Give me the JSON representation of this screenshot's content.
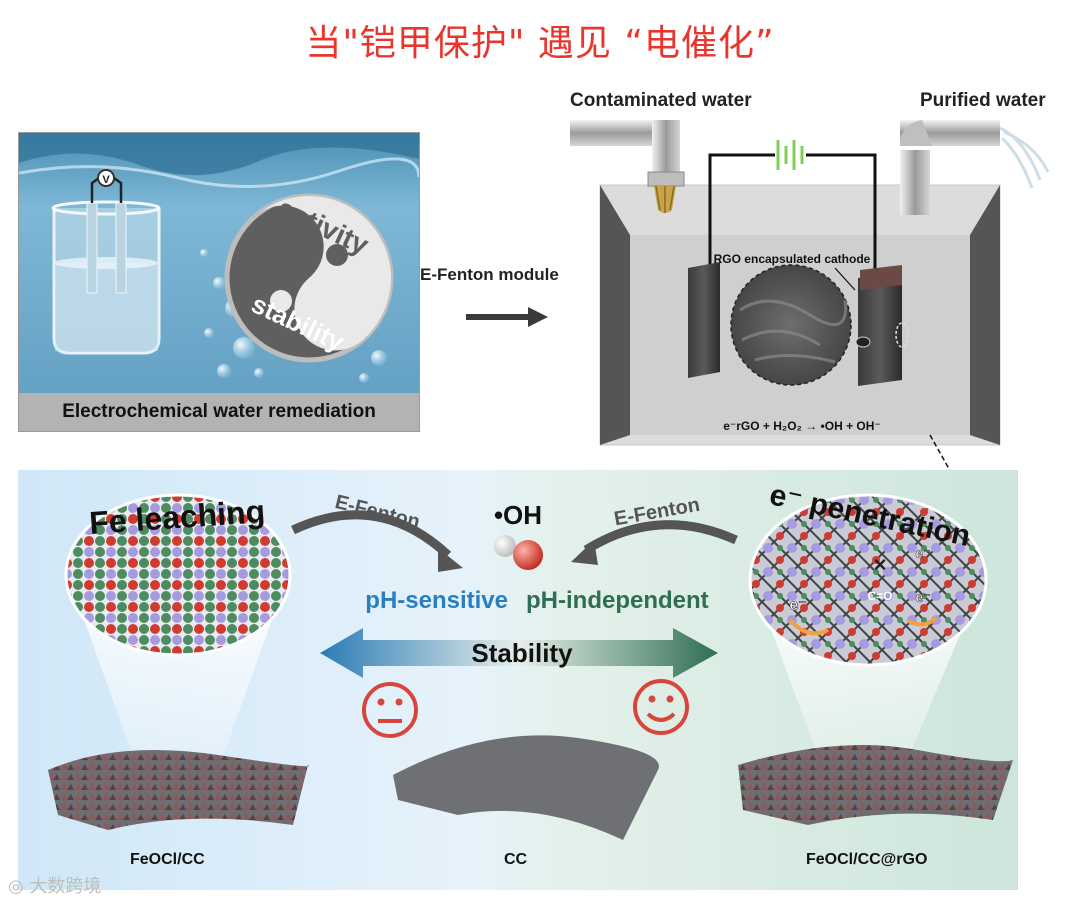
{
  "title": "当\"铠甲保护\" 遇见 “电催化”",
  "top_left": {
    "caption": "Electrochemical water remediation",
    "meter_label": "V",
    "yinyang_top": "activity",
    "yinyang_bottom": "stability"
  },
  "module_arrow_label": "E-Fenton module",
  "reactor": {
    "inlet_label": "Contaminated water",
    "outlet_label": "Purified water",
    "cathode_label": "RGO encapsulated cathode",
    "equation": "e⁻rGO + H₂O₂ → •OH + OH⁻"
  },
  "bottom": {
    "left_title": "Fe leaching",
    "right_title": "e⁻ penetration",
    "left_arrow_label": "E-Fenton",
    "right_arrow_label": "E-Fenton",
    "radical": "•OH",
    "ph_sensitive": "pH-sensitive",
    "ph_independent": "pH-independent",
    "stability": "Stability",
    "left_material": "FeOCl/CC",
    "center_material": "CC",
    "right_material": "FeOCl/CC@rGO",
    "electron_label": "e⁻",
    "bond_label": "C=O",
    "cross_label": "×"
  },
  "watermark": "大数跨境",
  "colors": {
    "title_red": "#e8352d",
    "ph_sensitive_blue": "#2a7fbf",
    "ph_independent_green": "#2f6e55",
    "face_red": "#d8453b"
  }
}
